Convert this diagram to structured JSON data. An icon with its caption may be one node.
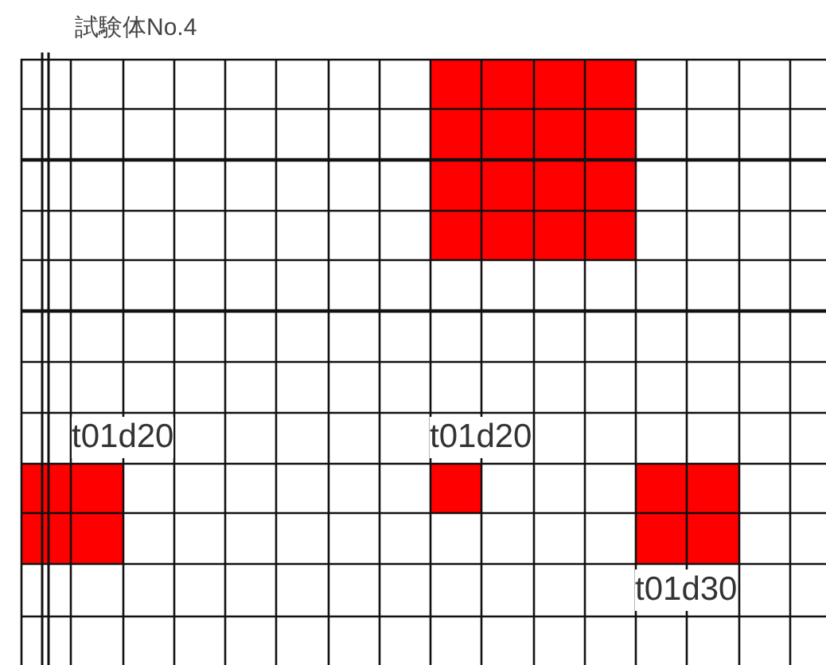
{
  "diagram": {
    "title": "試験体No.4",
    "nodes": [
      {
        "text": [],
        "shape": "box"
      },
      {
        "text": [],
        "shape": "box",
        "beside": [
          "t01d20"
        ]
      },
      {
        "text": [],
        "shape": "box",
        "beside": [
          "t01d20"
        ]
      },
      {
        "text": [],
        "shape": "box",
        "beside": [
          "t01d30"
        ]
      }
    ]
  }
}
